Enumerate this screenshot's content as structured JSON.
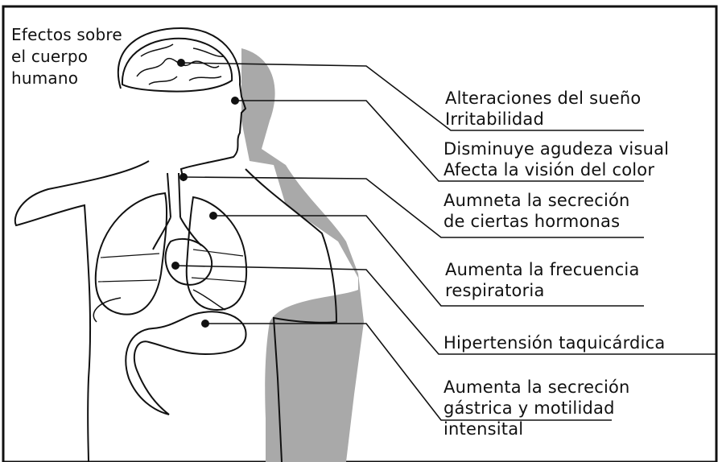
{
  "diagram": {
    "title_lines": [
      "Efectos sobre",
      "el cuerpo",
      "humano"
    ],
    "effects": [
      {
        "organ": "brain",
        "lines": [
          "Alteraciones del sueño",
          "Irritabilidad"
        ]
      },
      {
        "organ": "eyes",
        "lines": [
          "Disminuye agudeza visual",
          "Afecta la visión del color"
        ]
      },
      {
        "organ": "thyroid",
        "lines": [
          "Aumneta la secreción",
          "de ciertas hormonas"
        ]
      },
      {
        "organ": "lungs",
        "lines": [
          "Aumenta la frecuencia",
          "respiratoria"
        ]
      },
      {
        "organ": "heart",
        "lines": [
          "Hipertensión taquicárdica"
        ]
      },
      {
        "organ": "stomach",
        "lines": [
          "Aumenta la secreción",
          "gástrica y motilidad",
          "intensital"
        ]
      }
    ]
  },
  "colors": {
    "line": "#111111",
    "shadow": "#a9a9a9",
    "background": "#ffffff"
  }
}
